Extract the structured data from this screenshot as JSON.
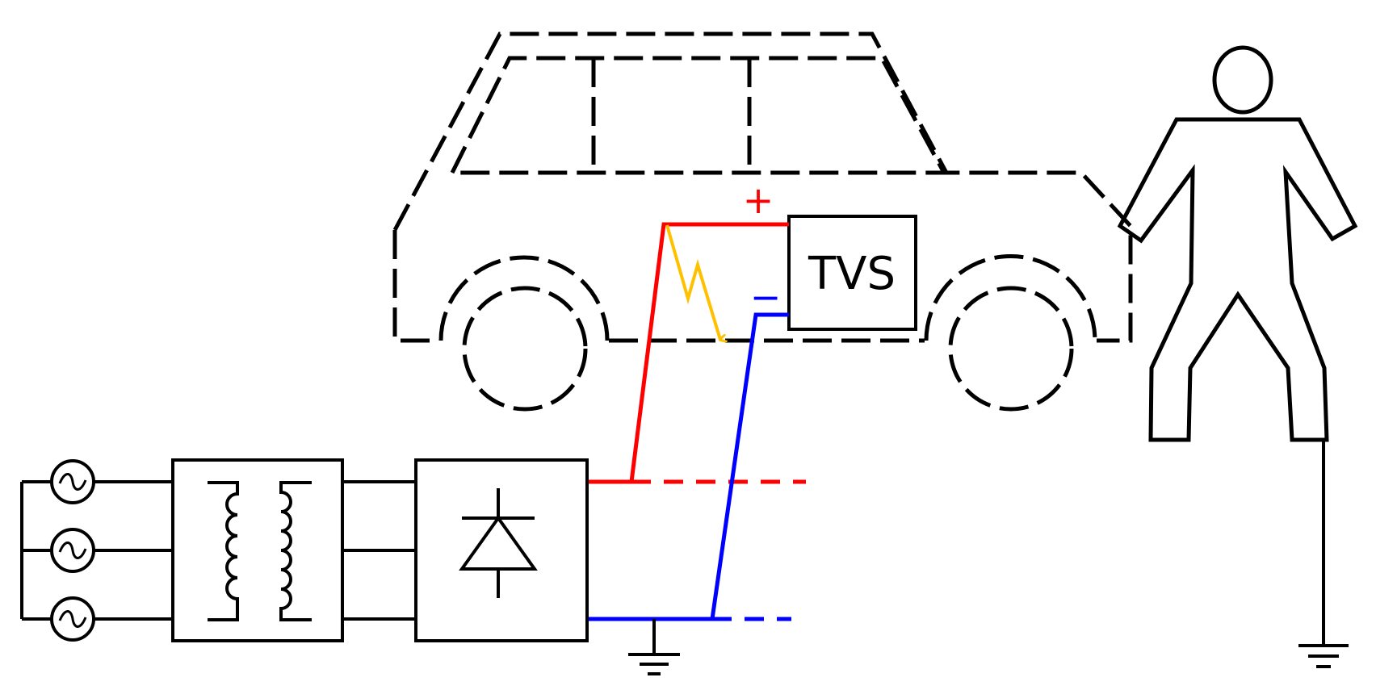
{
  "labels": {
    "tvs": "TVS",
    "plus": "+",
    "minus": "−"
  },
  "colors": {
    "background": "#ffffff",
    "line": "#000000",
    "positive": "#ff0000",
    "negative": "#0000ff",
    "fault_arrow": "#ffc000"
  },
  "icons": {
    "ac_source": "ac-source-symbol",
    "transformer": "transformer-symbol",
    "rectifier": "diode-symbol",
    "ground": "ground-symbol",
    "vehicle": "car-outline",
    "person": "person-outline"
  }
}
